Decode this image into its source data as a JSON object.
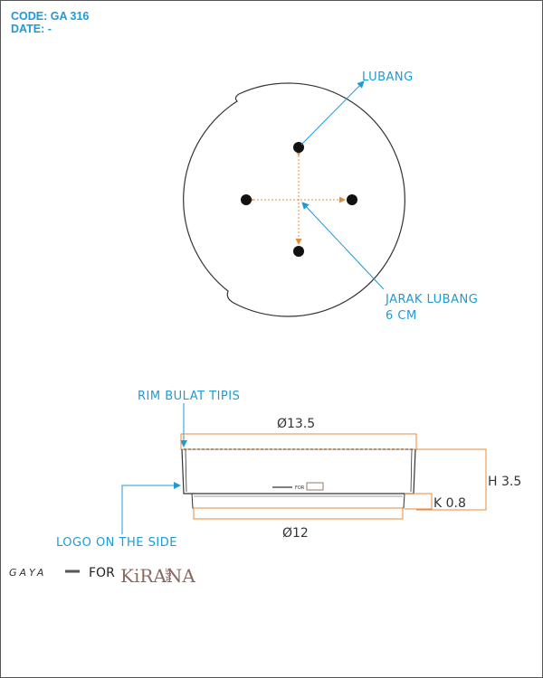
{
  "header": {
    "code": "CODE: GA 316",
    "date": "DATE: -"
  },
  "top_view": {
    "hole_label": "LUBANG",
    "spacing_label_line1": "JARAK LUBANG",
    "spacing_label_line2": "6 CM"
  },
  "side_view": {
    "rim_label": "RIM BULAT TIPIS",
    "top_diameter": "Ø13.5",
    "bottom_diameter": "Ø12",
    "height": "H 3.5",
    "base_height": "K 0.8",
    "logo_label": "LOGO ON THE SIDE",
    "side_logo_text": "FOR"
  },
  "footer_logo": {
    "brand_left": "GAYA",
    "connector": "FOR",
    "brand_right": "KiRANA",
    "brand_right_sub": "SPA"
  },
  "colors": {
    "accent_blue": "#1e9ad6",
    "accent_orange": "#e8893a",
    "line_dark": "#333333"
  }
}
